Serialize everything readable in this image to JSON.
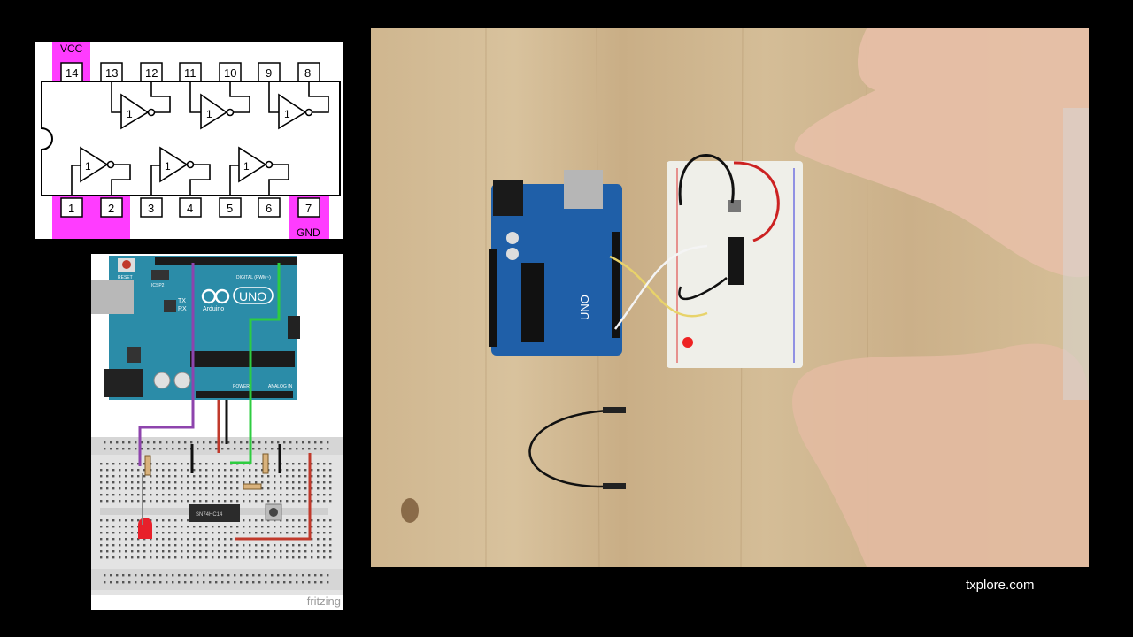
{
  "pinout": {
    "vcc_label": "VCC",
    "gnd_label": "GND",
    "top_pins": [
      "14",
      "13",
      "12",
      "11",
      "10",
      "9",
      "8"
    ],
    "bottom_pins": [
      "1",
      "2",
      "3",
      "4",
      "5",
      "6",
      "7"
    ],
    "gate_symbol": "1",
    "highlight_color": "#ff3cff"
  },
  "fritzing": {
    "brand": "fritzing",
    "board_name": "UNO",
    "board_sub": "Arduino",
    "reset_label": "RESET",
    "icsp_label": "ICSP2",
    "tx_label": "TX",
    "rx_label": "RX",
    "digital_label": "DIGITAL (PWM~)",
    "power_label": "POWER",
    "analog_label": "ANALOG IN",
    "chip_label": "SN74HC14",
    "board_color": "#2b8ca8"
  },
  "video": {
    "board_name": "UNO"
  },
  "watermark": "txplore.com"
}
